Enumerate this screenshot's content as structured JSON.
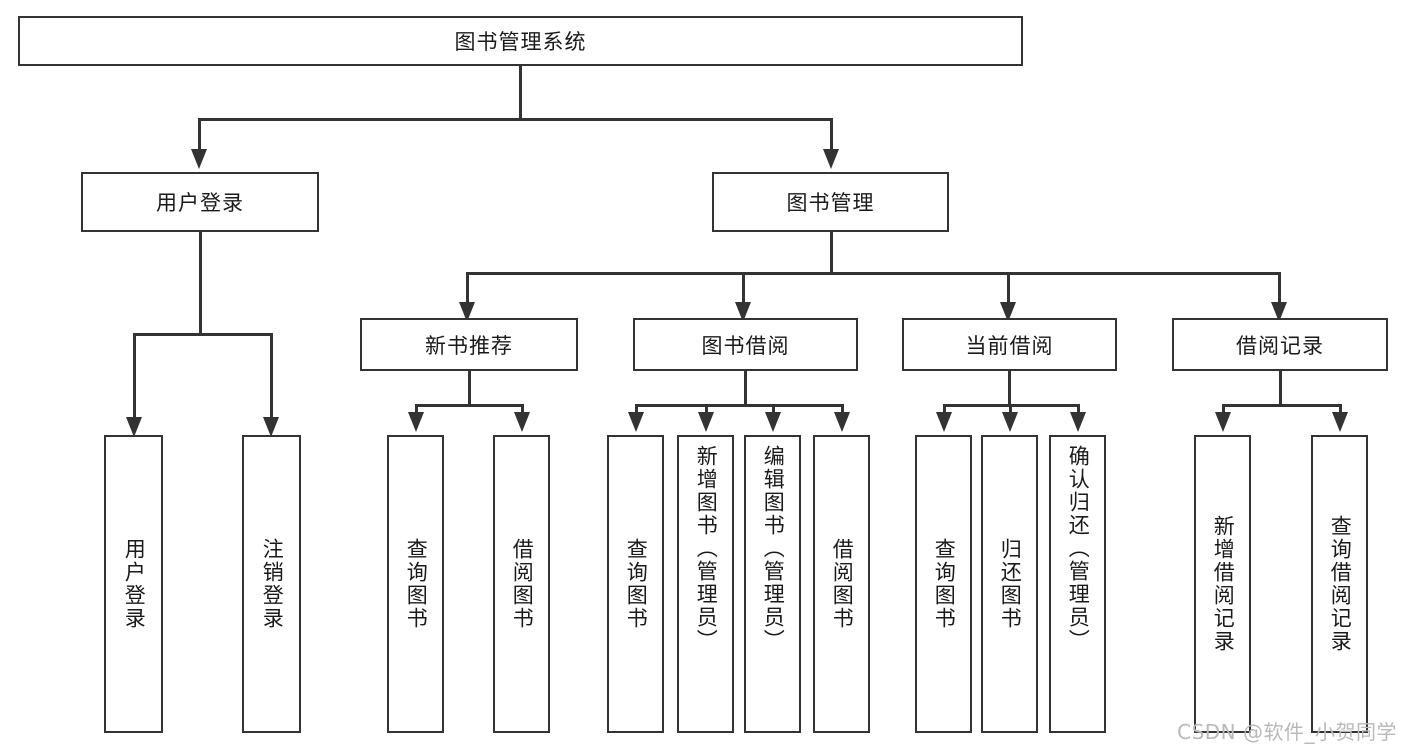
{
  "diagram": {
    "type": "tree",
    "title": "图书管理系统",
    "root": {
      "label": "图书管理系统"
    },
    "level1": [
      {
        "label": "用户登录"
      },
      {
        "label": "图书管理"
      }
    ],
    "level2": [
      {
        "label": "新书推荐"
      },
      {
        "label": "图书借阅"
      },
      {
        "label": "当前借阅"
      },
      {
        "label": "借阅记录"
      }
    ],
    "leaves": {
      "user_login": [
        {
          "label": "用户登录"
        },
        {
          "label": "注销登录"
        }
      ],
      "new_book_recommend": [
        {
          "label": "查询图书"
        },
        {
          "label": "借阅图书"
        }
      ],
      "book_borrow": [
        {
          "label": "查询图书"
        },
        {
          "label": "新增图书（管理员）"
        },
        {
          "label": "编辑图书（管理员）"
        },
        {
          "label": "借阅图书"
        }
      ],
      "current_borrow": [
        {
          "label": "查询图书"
        },
        {
          "label": "归还图书"
        },
        {
          "label": "确认归还（管理员）"
        }
      ],
      "borrow_records": [
        {
          "label": "新增借阅记录"
        },
        {
          "label": "查询借阅记录"
        }
      ]
    }
  },
  "watermark": {
    "text": "CSDN @软件_小贺同学"
  },
  "colors": {
    "stroke": "#333333",
    "text": "#1a1a1a",
    "background": "#ffffff",
    "watermark": "#b9b9b9"
  }
}
